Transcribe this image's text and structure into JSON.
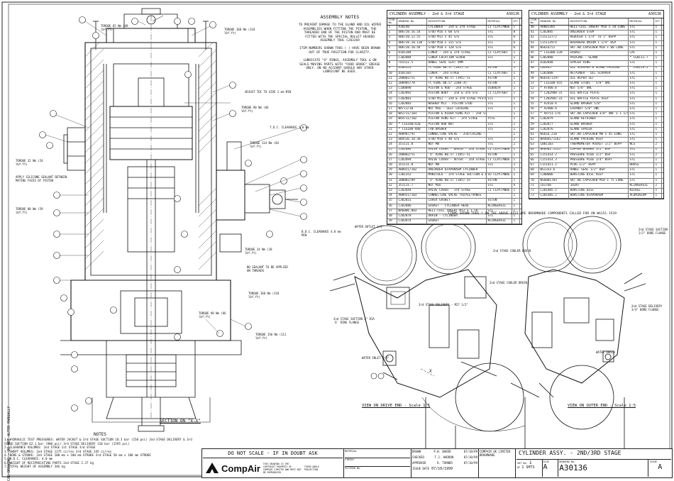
{
  "assembly_notes": {
    "title": "ASSEMBLY NOTES",
    "n1": "TO PREVENT DAMAGE TO THE GLAND AND OIL WIPER ASSEMBLIES WHEN FITTING THE PISTON, THE THREADED END OF THE PISTON ROD MUST BE FITTED WITH THE SPECIAL BULLET HEADED ASSEMBLY TOOL C203269",
    "n2": "ITEM NUMBERS SHOWN THUS ( ) HAVE BEEN DRAWN OUT OF TRUE POSITION FOR CLARITY.",
    "n3": "LUBRICATE \"O\" RINGS, ASSEMBLY TOOL & ON SEALS MOVING PARTS WITH \"FOOD GRADE\" GREASE ONLY. ON NO ACCOUNT SHOULD ANY OTHER LUBRICANT BE USED."
  },
  "table_left": {
    "caption": "CYLINDER ASSEMBLY - 2nd & 3rd STAGE",
    "caption_no": "A30136",
    "headers": [
      "ITEM No.",
      "DRAWING No.",
      "DESCRIPTION",
      "MATERIAL",
      "QTY"
    ],
    "rows": [
      [
        "1",
        "A30140",
        "CYLINDER - 2nd & 3rd STAGE",
        "CI CLAY/ANDE",
        "1"
      ],
      [
        "2",
        "OB6720.16.54",
        "STUD M16 x 60 S/E",
        "STL",
        "8"
      ],
      [
        "3",
        "OB6720.12.55",
        "STUD M12 x 45 S/E",
        "STL",
        "6"
      ],
      [
        "4",
        "OB6720.10.130",
        "STUD M10 x 315 S/E",
        "STL",
        "6"
      ],
      [
        "5",
        "OB6720.10.44",
        "STUD M10 x 120 S/E",
        "STL",
        "6"
      ],
      [
        "6",
        "D101384",
        "LINER - 2nd & 3rd STAGE",
        "CI CLAY/BEF",
        "1"
      ],
      [
        "7",
        "C302084",
        "LINER LOCATION SCREW",
        "STL",
        "1"
      ],
      [
        "8",
        "TD1522.5",
        "DOWEL SEAL SLAT 5MM",
        "",
        "1"
      ],
      [
        "9",
        "D204151",
        "TC RING 80.57 (1H5)-51",
        "VITON",
        "1"
      ],
      [
        "10",
        "D101383",
        "LINER - 2nd STAGE",
        "CI CLAY/BEF",
        "1"
      ],
      [
        "11",
        "208002/51",
        "'O' RING 80.57 (1H5)-51",
        "VITON",
        "1"
      ],
      [
        "12",
        "ZB8905/78",
        "TC RING 80.57 2200-35",
        "VITON",
        "1"
      ],
      [
        "13",
        "C100090",
        "PISTON & ROD - 2nd STAGE",
        "D108659",
        "1"
      ],
      [
        "14",
        "C202892",
        "PISTON BODY - 2nd & 3rd STG",
        "CI CLAY/BEF",
        "1"
      ],
      [
        "15",
        "C202881",
        "STUD M12 - 2nd & 3rd STAGE PISTON",
        "STL",
        "1"
      ],
      [
        "16",
        "C202883",
        "WASHER M12 - PISTON STUD",
        "STL",
        "1"
      ],
      [
        "17",
        "WA/11/10",
        "NUT M16 - SELF LOCKING",
        "STL",
        "1"
      ],
      [
        "18",
        "WA1711/103",
        "PISTON & RIDER RING KIT - 2nd STAGE",
        "",
        "1"
      ],
      [
        "19",
        "WA4711/102",
        "PISTON RING KIT - 3rd STAGE",
        "PTFE",
        "1"
      ],
      [
        "20",
        "* C1G180/420",
        "PISTON ROD NUT",
        "STL",
        "1"
      ],
      [
        "21",
        "* C1G180-A00",
        "TAB WASHER",
        "STL",
        "1"
      ],
      [
        "22",
        "AB8907/91",
        "CONNECTING VALVE - 2nd/CASING - 2nd STG",
        "",
        "1"
      ],
      [
        "23",
        "OB4536.10.30",
        "STUD M10 x 40 S/E",
        "STL",
        "2"
      ],
      [
        "24",
        "351111.8",
        "NUT M8",
        "STL",
        "2"
      ],
      [
        "25",
        "C202884",
        "VALVE COVER - DRAIN - 2nd STAGE",
        "CI CLAY/ANDE",
        "1"
      ],
      [
        "26",
        "208002/51",
        "'O' RING 80.57 (1H5)-51",
        "VITON",
        "1"
      ],
      [
        "27",
        "C202894",
        "VALVE COVER - OUTER - 2nd STAGE",
        "CI CLAY/ANDE",
        "1"
      ],
      [
        "28",
        "351111.8",
        "NUT M8",
        "STL",
        "2"
      ],
      [
        "29",
        "AB8921/102",
        "UNLOADER DIAPHRAGM CYLINDER",
        "",
        "1"
      ],
      [
        "30",
        "C301352",
        "MANIFOLD - 3rd STAGE SUCTION & DELIVERY",
        "SG CLAY/ANDE",
        "1"
      ],
      [
        "31",
        "208002/89",
        "'O' RING 80.57 (1H5)-35",
        "VITON",
        "1"
      ],
      [
        "32",
        "351111.7",
        "NUT M16",
        "STL",
        "4"
      ],
      [
        "33",
        "C202844",
        "VALVE COVER - 3rd STAGE",
        "CI CLAY/ANDE",
        "1"
      ],
      [
        "34",
        "AB8921/103",
        "CONNECTING VALVE TRIPLE/VANES - 3rd STG",
        "",
        "1"
      ],
      [
        "35",
        "C302031",
        "COVER GASKET",
        "VITON",
        "1"
      ],
      [
        "36",
        "C202886",
        "GASKET - CYLINDER HEAD",
        "KLINGERSIL",
        "1"
      ],
      [
        "37",
        "WA6006.083",
        "HELI-COIL INSERT M12 x 1.5D",
        "STL",
        "1"
      ],
      [
        "38",
        "C202878",
        "DRAIN - CYLINDER",
        "STL",
        "1"
      ],
      [
        "39",
        "C202874",
        "GASKET",
        "KLINGERSIL",
        "1"
      ]
    ]
  },
  "table_right": {
    "caption": "CYLINDER ASSEMBLY - 2nd & 3rd STAGE",
    "caption_no": "A30136",
    "headers": [
      "ITEM No.",
      "DRAWING No.",
      "DESCRIPTION",
      "MATERIAL",
      "QTY"
    ],
    "rows": [
      [
        "40",
        "AD001385",
        "HELI-COIL INSERT M16 x 20 LONG",
        "STL",
        "1"
      ],
      [
        "41",
        "C202885",
        "UNLOADER STEM",
        "STL",
        "1"
      ],
      [
        "42",
        "C151127/2",
        "REDUCER 1 1/4\" TO 1\" BSPP",
        "STL",
        "1"
      ],
      [
        "43",
        "C151129/4",
        "BULKHEAD UNION 1 1/4\" BSP",
        "STL",
        "1"
      ],
      [
        "44",
        "WS616/51",
        "SKT.HD.CAPSCREW M10 x 80 LONG",
        "STL",
        "1"
      ],
      [
        "45",
        "* C1G300-220",
        "GASKET",
        "CAF",
        "1"
      ],
      [
        "46",
        "C302880",
        "PACKING - GLAND",
        "* CG8111.7",
        "1"
      ],
      [
        "47",
        "D102848",
        "SPACER RING",
        "STL",
        "1"
      ],
      [
        "48",
        "C02845",
        "OIL SCRAPER & GLAND PACKING",
        "* CG8119.5",
        "1"
      ],
      [
        "49",
        "C202880",
        "RETAINER - OIL SCRAPER",
        "STL",
        "1"
      ],
      [
        "50",
        "WS616/1197",
        "OIL WIPER SET",
        "STL",
        "1"
      ],
      [
        "51",
        "* C1G100-455",
        "GLAND STUDS - 5/8\" UNC",
        "STL",
        "1"
      ],
      [
        "52",
        "* A7400.B",
        "NUT 5/8\" UNC",
        "STL",
        "1"
      ],
      [
        "53",
        "* C202900-31",
        "OIL BAFFLE PLATE",
        "STL",
        "1"
      ],
      [
        "54",
        "* C202901-31",
        "OIL BAFFLE PLATE ASSY",
        "STL",
        "1"
      ],
      [
        "55",
        "* A2410-A",
        "GLAND WASHER 5/8\"",
        "STL",
        "1"
      ],
      [
        "56",
        "* A2400-A",
        "LOCKNUT 5/8\" UNC",
        "STL",
        "1"
      ],
      [
        "57",
        "* A4751-176",
        "SKT.HD.CAPSCREW 3/8\" UNC x 1 1/4\" LG",
        "STL",
        "1"
      ],
      [
        "58",
        "C202879",
        "GLAND RETAINER",
        "STL",
        "1"
      ],
      [
        "59",
        "C202877",
        "GLAND WASHER",
        "STL",
        "1"
      ],
      [
        "60",
        "C202876",
        "GLAND SPACER",
        "STL",
        "1"
      ],
      [
        "61",
        "WS616.218",
        "SKT.HD.CAPSCREW M8 x 45 LONG",
        "STL",
        "1"
      ],
      [
        "62",
        "WA4681/1162",
        "GLAND PACKING ASSY",
        "STL",
        "1"
      ],
      [
        "63",
        "LB01103",
        "THERMOMETER POCKET 1/2\" BSPP",
        "NCS",
        "2"
      ],
      [
        "64",
        "WA8901.1155",
        "COPPER WASHER 1/2\" BSP",
        "STL",
        "1"
      ],
      [
        "65",
        "C151414.2",
        "PRESSURE PLUG 1/2\" BSP",
        "STL",
        "2"
      ],
      [
        "66",
        "C151414.3",
        "PRESSURE PLUG 1/4\" BSPT",
        "STL",
        "1"
      ],
      [
        "67",
        "C151411.2",
        "PLUG 1/2\" BSPP",
        "BRASS",
        "1"
      ],
      [
        "68",
        "WS1333.6",
        "DOWEL SEAL 1/2\" BSP",
        "STL",
        "1"
      ],
      [
        "69",
        "C200006",
        "BURSTING DISC ASSY",
        "STL",
        "1"
      ],
      [
        "70",
        "WS6001783",
        "SKT.HD.CAPSCREW M10 x 75 LONG",
        "STL",
        "1"
      ],
      [
        "71",
        "C61766",
        "JOINT",
        "KLINGERSIL",
        "2"
      ],
      [
        "72",
        "C201405.1",
        "BURSTING DISC",
        "NICKEL",
        "1"
      ],
      [
        "73",
        "C201405.2",
        "BURSTING DIAPHRAGM",
        "ALUMINIUM",
        "1"
      ]
    ]
  },
  "components_note": "ITEMS SHOWN THUS * ON THE ABOVE LIST ARE BROOMWADE COMPONENTS CALLED FOR ON WA151.1529",
  "views": {
    "section": "SECTION ON \"X-X\"",
    "drive_end": "VIEW ON DRIVE END - Scale 1:5",
    "outer_end": "VIEW ON OUTER END - Scale 1:5"
  },
  "annotations": {
    "torque_65": "TORQUE 65 Nm (48 lbf.ft)",
    "torque_160": "TORQUE 160 Nm (118 lbf.ft)",
    "torque_90": "TORQUE 90 Nm (66 lbf.ft)",
    "torque_114": "TORQUE 114 Nm (84 lbf.ft)",
    "torque_32": "TORQUE 32 Nm (24 lbf.ft)",
    "torque_80": "TORQUE 80 Nm (59 lbf.ft)",
    "torque_24": "TORQUE 24 Nm (18 lbf.ft)",
    "torque_150": "TORQUE 150 Nm (111 lbf.ft)",
    "adjust": "ADJUST TDC TO GIVE 2 mm MIN",
    "tdc_clearance": "T.D.C. CLEARANCE 1.0 mm",
    "bdc_clear": "B.D.C. CLEARANCE 4.0 mm MIN",
    "sealant": "APPLY SILICONE SEALANT BETWEEN MATING FACES OF PISTON",
    "sealant_threads": "NO SEALANT TO BE APPLIED ON THREADS",
    "water_outlet": "WATER OUTLET 3/4\"",
    "water_inlet": "WATER INLET 3/4\"",
    "second_stage_suction": "2nd STAGE SUCTION 2\" DIA 'E' RING FLANGE",
    "third_stage_delivery": "3rd STAGE DELIVERY - M27 1/2\"",
    "stage_cooler_drain": "2nd STAGE COOLER DRAIN",
    "water_drain": "WATER DRAIN",
    "suction_right": "2nd STAGE SUCTION 1/2\" BORE FLANGE",
    "delivery_right": "2nd STAGE DELIVERY 3/4\" BORE FLANGE",
    "x_marker": "X",
    "side_text": "CAD DRAWING - DO NOT ALTER MANUALLY"
  },
  "notes": {
    "title": "NOTES",
    "n1": "1. HYDRAULIC TEST PRESSURES: WATER JACKET & 3rd STAGE SUCTION 10.3 bar (150 psi) 2nd STAGE DELIVERY & 3rd STAGE SUCTION 62.1 bar (900 psi) 3rd STAGE DELIVERY 110 bar (1595 psi)",
    "n2": "2. CLEARANCE VOLUMES: 2nd STAGE 1st STAGE 3rd STAGE",
    "n3": "3. SWEPT VOLUMES: 2nd STAGE 1175 cc/rev 3rd STAGE 345 cc/rev",
    "n4": "4. BORE & STROKE: 2nd STAGE 100 mm x 100 mm STROKE 3rd STAGE 50 mm x 100 mm STROKE",
    "n5": "5. B.D.C. CLEARANCE: 4.0 mm",
    "n6": "6. WEIGHT OF RECIPROCATING PARTS 2nd STAGE 2.27 kg",
    "n7": "7. TOTAL WEIGHT OF ASSEMBLY 346 kg"
  },
  "title_block": {
    "do_not_scale": "DO NOT SCALE - IF IN DOUBT ASK",
    "company": "CompAir",
    "brand": "COMPAIR UK LIMITED BROOMWADE",
    "title": "CYLINDER ASSY. - 2ND/3RD STAGE",
    "sheet_label": "SHT No.",
    "sheet": "1",
    "of_label": "OF",
    "of": "1 SHTS",
    "size_label": "SIZE",
    "size": "A",
    "drawing_label": "DRAWING No.",
    "drawing": "A30136",
    "issue_label": "ISSUE",
    "issue": "A",
    "issue_date_label": "ISSUE DATE",
    "issue_date": "07/10/1999",
    "drawn_label": "DRAWN",
    "drawn": "P.W. BAKER",
    "checked_label": "CHECKED",
    "checked": "T.J. HADDON",
    "approved_label": "APPROVED",
    "approved": "R. TURNER",
    "date1": "07/10/99",
    "date2": "07/10/99",
    "date3": "07/10/99",
    "pattern": "PATTERN No.",
    "material": "MATERIAL",
    "finish": "FINISH",
    "projection": "THIRD ANGLE PROJECTION",
    "copyright": "THIS DRAWING IS THE COPYRIGHT PROPERTY OF COMPAIR LIMITED AND MUST NOT BE REPRODUCED"
  }
}
